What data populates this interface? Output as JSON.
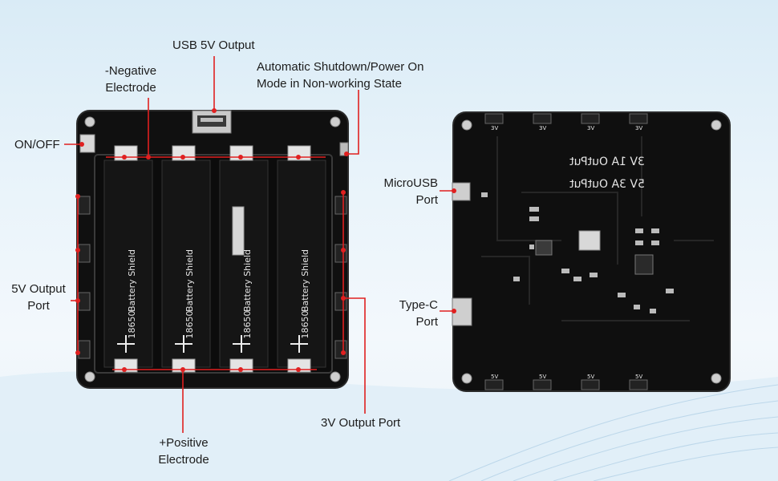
{
  "labels": {
    "usb_output": "USB 5V Output",
    "negative_line1": "-Negative",
    "negative_line2": "Electrode",
    "auto_line1": "Automatic Shutdown/Power On",
    "auto_line2": "Mode in Non-working State",
    "on_off": "ON/OFF",
    "five_v_line1": "5V Output",
    "five_v_line2": "Port",
    "positive_line1": "+Positive",
    "positive_line2": "Electrode",
    "three_v": "3V Output Port",
    "microusb_line1": "MicroUSB",
    "microusb_line2": "Port",
    "typec_line1": "Type-C",
    "typec_line2": "Port"
  },
  "board": {
    "battery_text": "Battery  Shield",
    "battery_model": "18650",
    "back_text_1": "3V 1A OutPut",
    "back_text_2": "5V 3A OutPut",
    "pin_3v": "3V",
    "pin_5v": "5V"
  },
  "colors": {
    "accent_red": "#e02020",
    "board_black": "#111111",
    "background": "#e6f1f8"
  }
}
